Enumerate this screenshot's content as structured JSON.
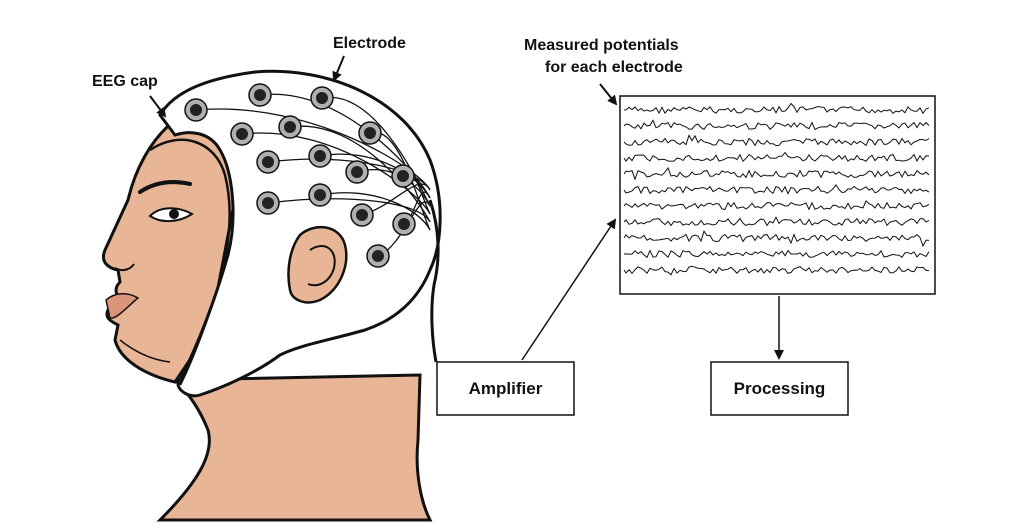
{
  "labels": {
    "eeg_cap": "EEG cap",
    "electrode": "Electrode",
    "measured_line1": "Measured potentials",
    "measured_line2": "for each electrode"
  },
  "boxes": {
    "amplifier": "Amplifier",
    "processing": "Processing"
  },
  "colors": {
    "skin": "#e8b596",
    "cap": "#ffffff",
    "electrode_ring": "#b0b0b0",
    "electrode_core": "#222222",
    "line": "#111111"
  },
  "signal_panel": {
    "channel_count": 11
  }
}
